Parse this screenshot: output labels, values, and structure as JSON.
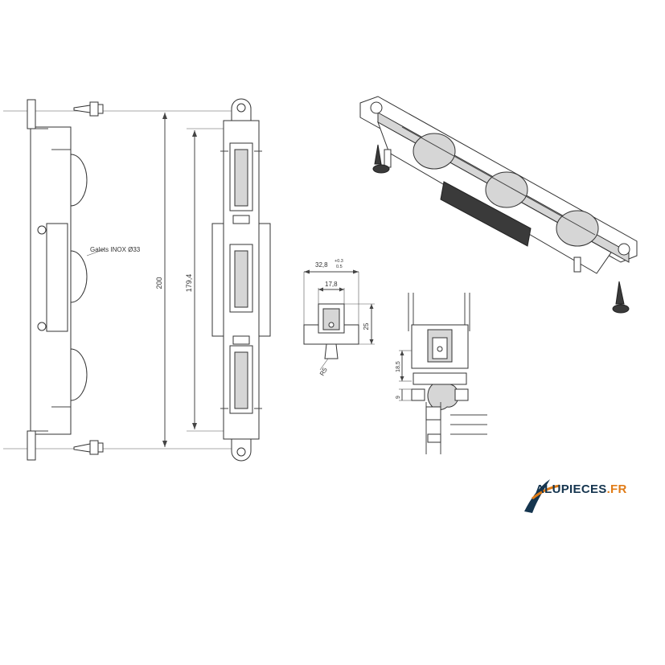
{
  "side_view": {
    "callout": "Galets INOX Ø33"
  },
  "front_view": {
    "dim_total": "200",
    "dim_inner": "179,4"
  },
  "cross_section": {
    "dim_width": "32,8",
    "dim_tol_upper": "+0.3",
    "dim_tol_lower": "0.5",
    "dim_inner_width": "17,8",
    "dim_height": "25",
    "dim_radius": "R5"
  },
  "assembly_section": {
    "dim_a": "18,5",
    "dim_b": "9"
  },
  "logo": {
    "initial": "A",
    "rest": "LUPIECES",
    "suffix": ".FR",
    "accent_color": "#e07b16",
    "brand_color": "#15354f"
  }
}
